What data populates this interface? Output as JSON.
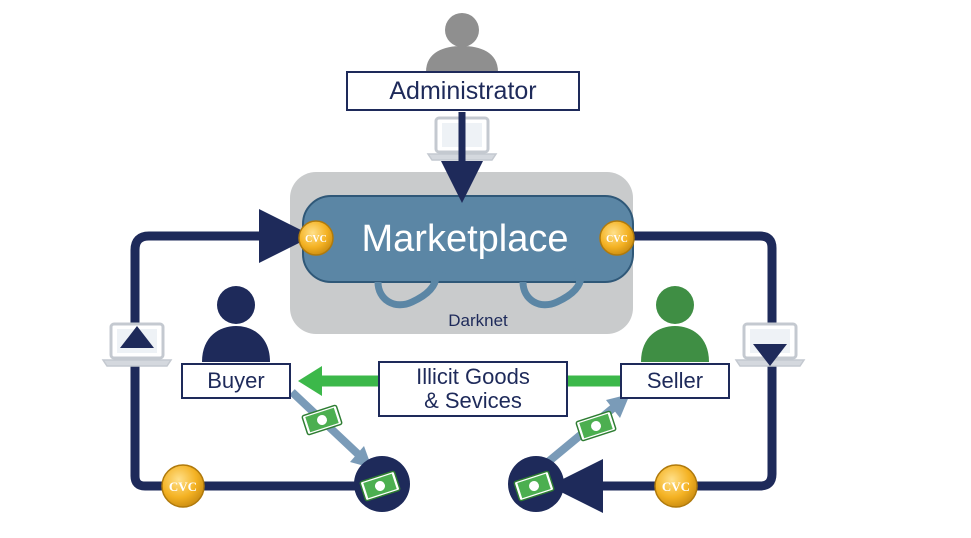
{
  "nodes": {
    "administrator": "Administrator",
    "marketplace": "Marketplace",
    "darknet": "Darknet",
    "buyer": "Buyer",
    "seller": "Seller",
    "goods_line1": "Illicit Goods",
    "goods_line2": "& Sevices"
  },
  "coin_label": "CVC",
  "colors": {
    "navy": "#1e2a5a",
    "darknet_gray": "#c9cbcc",
    "marketplace_blue": "#5b86a5",
    "green": "#3cb84a",
    "coin": "#f4b223",
    "user_gray": "#8f8f8f",
    "seller_green": "#3f8e44"
  },
  "icons": [
    "person-icon",
    "laptop-icon",
    "cvc-coin-icon",
    "cash-icon",
    "cycle-arrow-icon"
  ]
}
